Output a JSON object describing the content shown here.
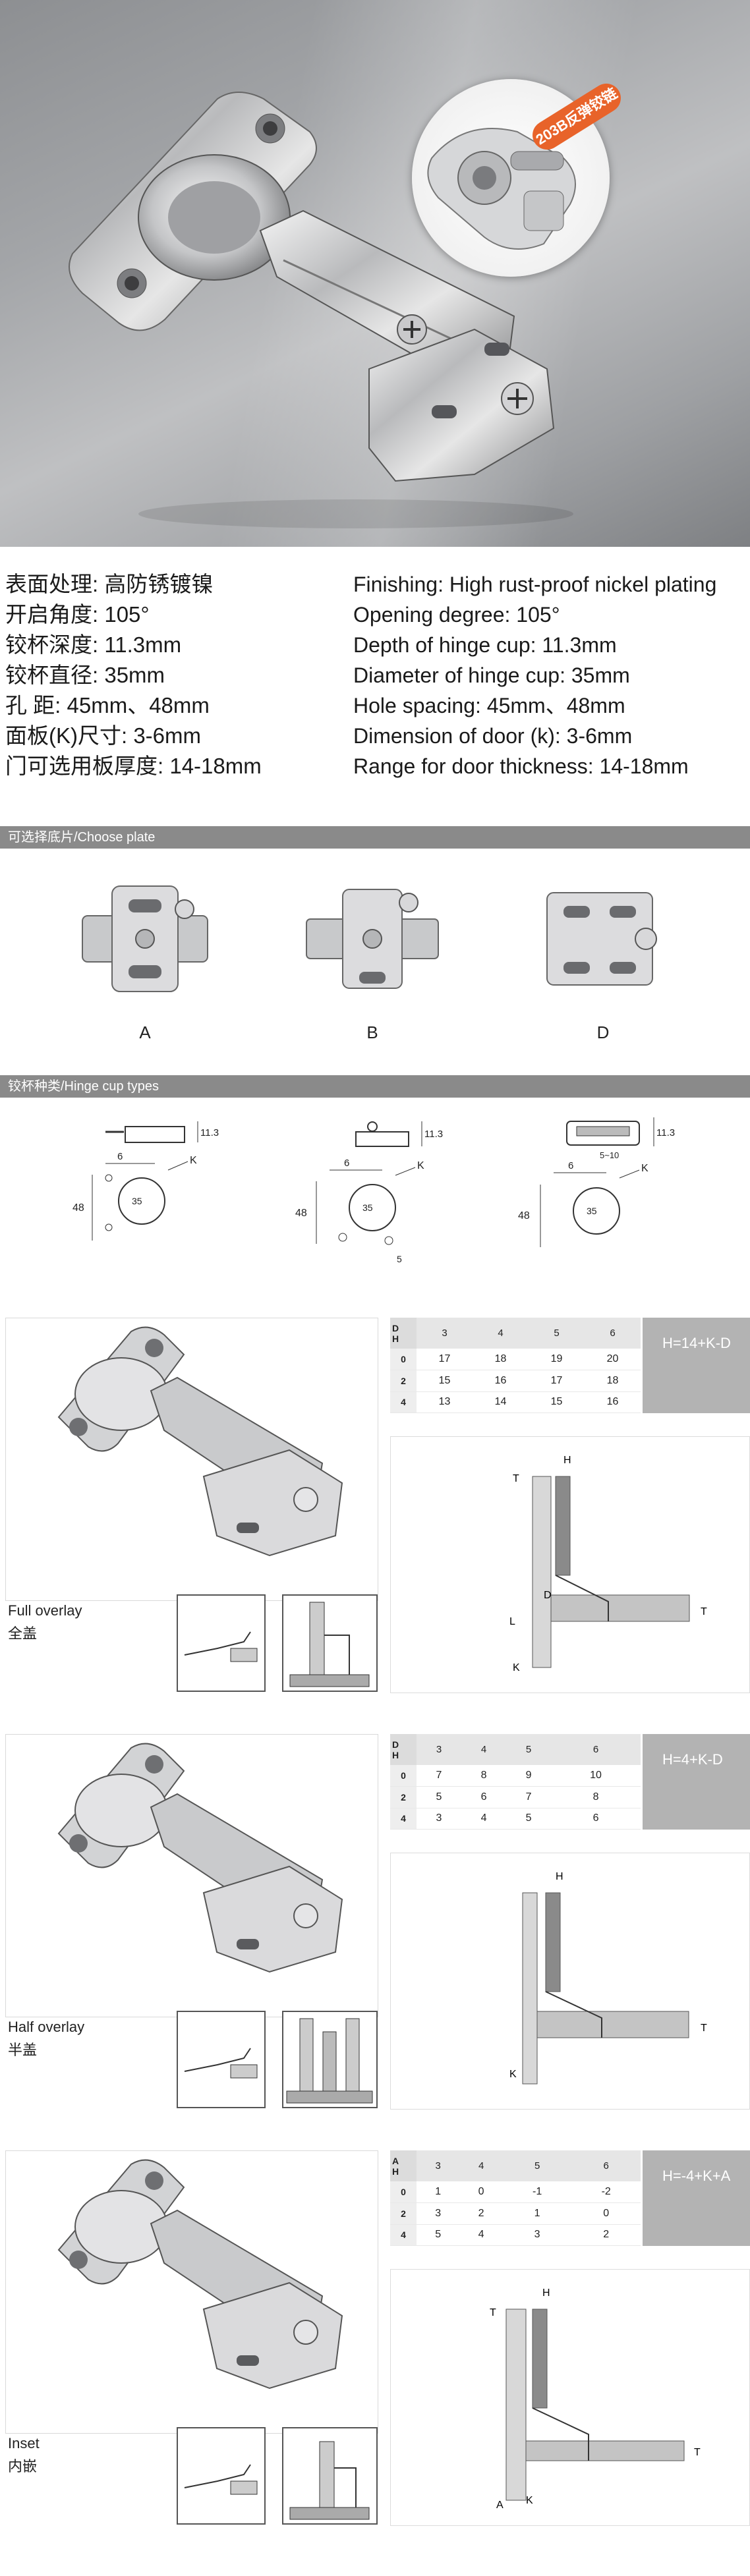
{
  "hero": {
    "tag_text": "203B反弹铰链"
  },
  "specs": {
    "cn": [
      "表面处理: 高防锈镀镍",
      "开启角度: 105°",
      "铰杯深度: 11.3mm",
      "铰杯直径: 35mm",
      "孔    距: 45mm、48mm",
      "面板(K)尺寸: 3-6mm",
      "门可选用板厚度: 14-18mm"
    ],
    "en": [
      "Finishing: High rust-proof nickel plating",
      "Opening degree: 105°",
      "Depth of hinge cup: 11.3mm",
      "Diameter of hinge cup: 35mm",
      "Hole spacing: 45mm、48mm",
      "Dimension of door (k): 3-6mm",
      "Range for door thickness: 14-18mm"
    ]
  },
  "sections": {
    "plates_title": "可选择底片/Choose plate",
    "cups_title": "铰杯种类/Hinge cup types"
  },
  "plates": [
    {
      "label": "A"
    },
    {
      "label": "B"
    },
    {
      "label": "D"
    }
  ],
  "cup_dims": {
    "depth": "11.3",
    "offset": "6",
    "k": "K",
    "spacing": "48",
    "diameter": "35",
    "dowel": "5",
    "dowel_range": "5~10"
  },
  "tables": [
    {
      "corner_top": "D",
      "corner_bottom": "H",
      "columns": [
        "3",
        "4",
        "5",
        "6"
      ],
      "rows": [
        {
          "h": "0",
          "values": [
            "17",
            "18",
            "19",
            "20"
          ]
        },
        {
          "h": "2",
          "values": [
            "15",
            "16",
            "17",
            "18"
          ]
        },
        {
          "h": "4",
          "values": [
            "13",
            "14",
            "15",
            "16"
          ]
        }
      ],
      "formula": "H=14+K-D",
      "type_en": "Full overlay",
      "type_cn": "全盖"
    },
    {
      "corner_top": "D",
      "corner_bottom": "H",
      "columns": [
        "3",
        "4",
        "5",
        "6"
      ],
      "rows": [
        {
          "h": "0",
          "values": [
            "7",
            "8",
            "9",
            "10"
          ]
        },
        {
          "h": "2",
          "values": [
            "5",
            "6",
            "7",
            "8"
          ]
        },
        {
          "h": "4",
          "values": [
            "3",
            "4",
            "5",
            "6"
          ]
        }
      ],
      "formula": "H=4+K-D",
      "type_en": "Half overlay",
      "type_cn": "半盖"
    },
    {
      "corner_top": "A",
      "corner_bottom": "H",
      "columns": [
        "3",
        "4",
        "5",
        "6"
      ],
      "rows": [
        {
          "h": "0",
          "values": [
            "1",
            "0",
            "-1",
            "-2"
          ]
        },
        {
          "h": "2",
          "values": [
            "3",
            "2",
            "1",
            "0"
          ]
        },
        {
          "h": "4",
          "values": [
            "5",
            "4",
            "3",
            "2"
          ]
        }
      ],
      "formula": "H=-4+K+A",
      "type_en": "Inset",
      "type_cn": "内嵌"
    }
  ],
  "diagram_labels": {
    "h": "H",
    "t": "T",
    "d": "D",
    "k": "K",
    "a": "A",
    "l": "L"
  }
}
